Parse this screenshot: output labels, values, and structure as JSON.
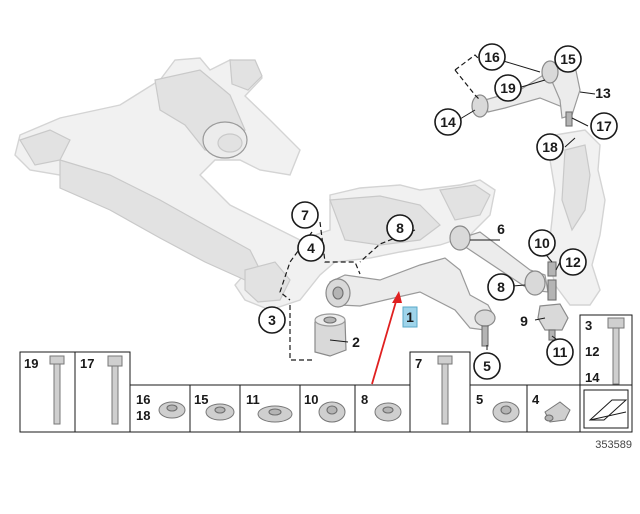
{
  "diagram": {
    "diagram_number": "353589",
    "callouts": {
      "c16": "16",
      "c15": "15",
      "c19": "19",
      "c13": "13",
      "c14": "14",
      "c17": "17",
      "c18": "18",
      "c7": "7",
      "c8": "8",
      "c6": "6",
      "c4": "4",
      "c10": "10",
      "c12": "12",
      "c3": "3",
      "c2": "2",
      "c1": "1",
      "c8b": "8",
      "c9": "9",
      "c11": "11",
      "c5": "5"
    },
    "hardware_legend": {
      "cell_19": "19",
      "cell_17": "17",
      "cell_7": "7",
      "cell_3_12_14": [
        "3",
        "12",
        "14"
      ],
      "cell_16_18": [
        "16",
        "18"
      ],
      "cell_15": "15",
      "cell_11": "11",
      "cell_10": "10",
      "cell_8": "8",
      "cell_5": "5",
      "cell_4": "4"
    },
    "highlight_color": "#9fd4ea",
    "arrow_color": "#e02020"
  }
}
